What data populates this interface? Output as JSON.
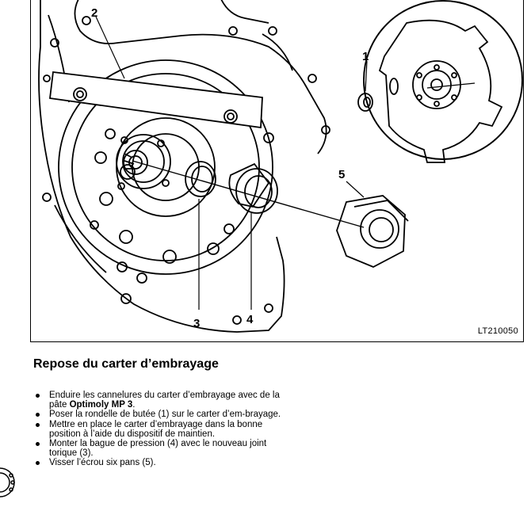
{
  "figure": {
    "callouts": [
      "1",
      "2",
      "3",
      "4",
      "5"
    ],
    "code": "LT210050"
  },
  "section": {
    "title": "Repose du carter d’embrayage"
  },
  "steps": [
    {
      "before": "Enduire les cannelures du carter d’embrayage avec de la pâte ",
      "bold": "Optimoly MP 3",
      "after": "."
    },
    {
      "before": "Poser la rondelle de butée (1) sur le carter d’em-brayage.",
      "bold": "",
      "after": ""
    },
    {
      "before": "Mettre en place le carter d’embrayage dans la bonne position à l’aide du dispositif de maintien.",
      "bold": "",
      "after": ""
    },
    {
      "before": "Monter la bague de pression (4) avec le nouveau joint torique (3).",
      "bold": "",
      "after": ""
    },
    {
      "before": "Visser l’écrou six pans (5).",
      "bold": "",
      "after": ""
    }
  ]
}
